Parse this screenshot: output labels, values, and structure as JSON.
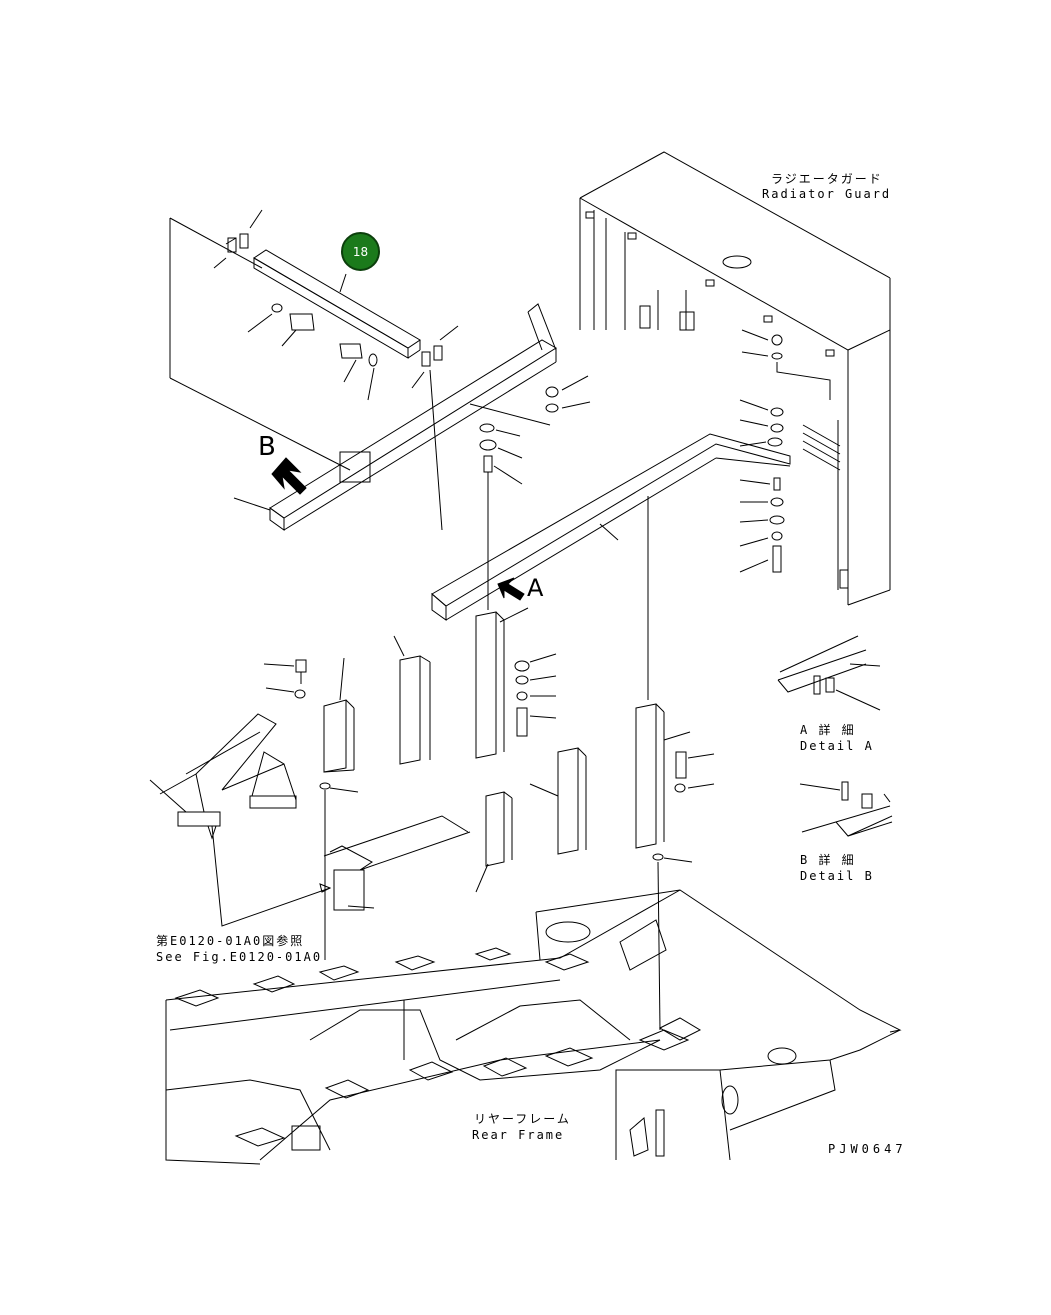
{
  "callouts": {
    "part_badge": "18",
    "view_a": "A",
    "view_b": "B"
  },
  "labels": {
    "radiator_guard_jp": "ラジエータガード",
    "radiator_guard_en": "Radiator Guard",
    "detail_a_jp": "A 詳 細",
    "detail_a_en": "Detail A",
    "detail_b_jp": "B 詳 細",
    "detail_b_en": "Detail B",
    "see_fig_jp": "第E0120-01A0図参照",
    "see_fig_en": "See Fig.E0120-01A0",
    "rear_frame_jp": "リヤーフレーム",
    "rear_frame_en": "Rear Frame",
    "drawing_no": "PJW0647"
  },
  "colors": {
    "badge_fill": "#1b7a1b",
    "line": "#000000"
  }
}
